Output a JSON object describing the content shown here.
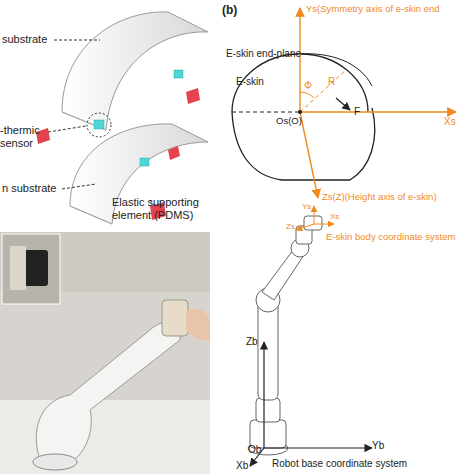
{
  "diagram": {
    "labels": [
      "substrate",
      "-thermic sensor",
      "n substrate",
      "Elastic supporting element (PDMS)",
      "(b)",
      "Ys(Symmetry axis of e-skin end",
      "E-skin end-plane",
      "E-skin",
      "Os(O)",
      "Φ",
      "R",
      "Xs",
      "F",
      "Zs(Z)(Height axis of e-skin)",
      "Ys",
      "Xs",
      "Zs",
      "E-skin body coordinate system",
      "Zb",
      "Yb",
      "Ob",
      "Xb",
      "Robot base coordinate system"
    ]
  }
}
